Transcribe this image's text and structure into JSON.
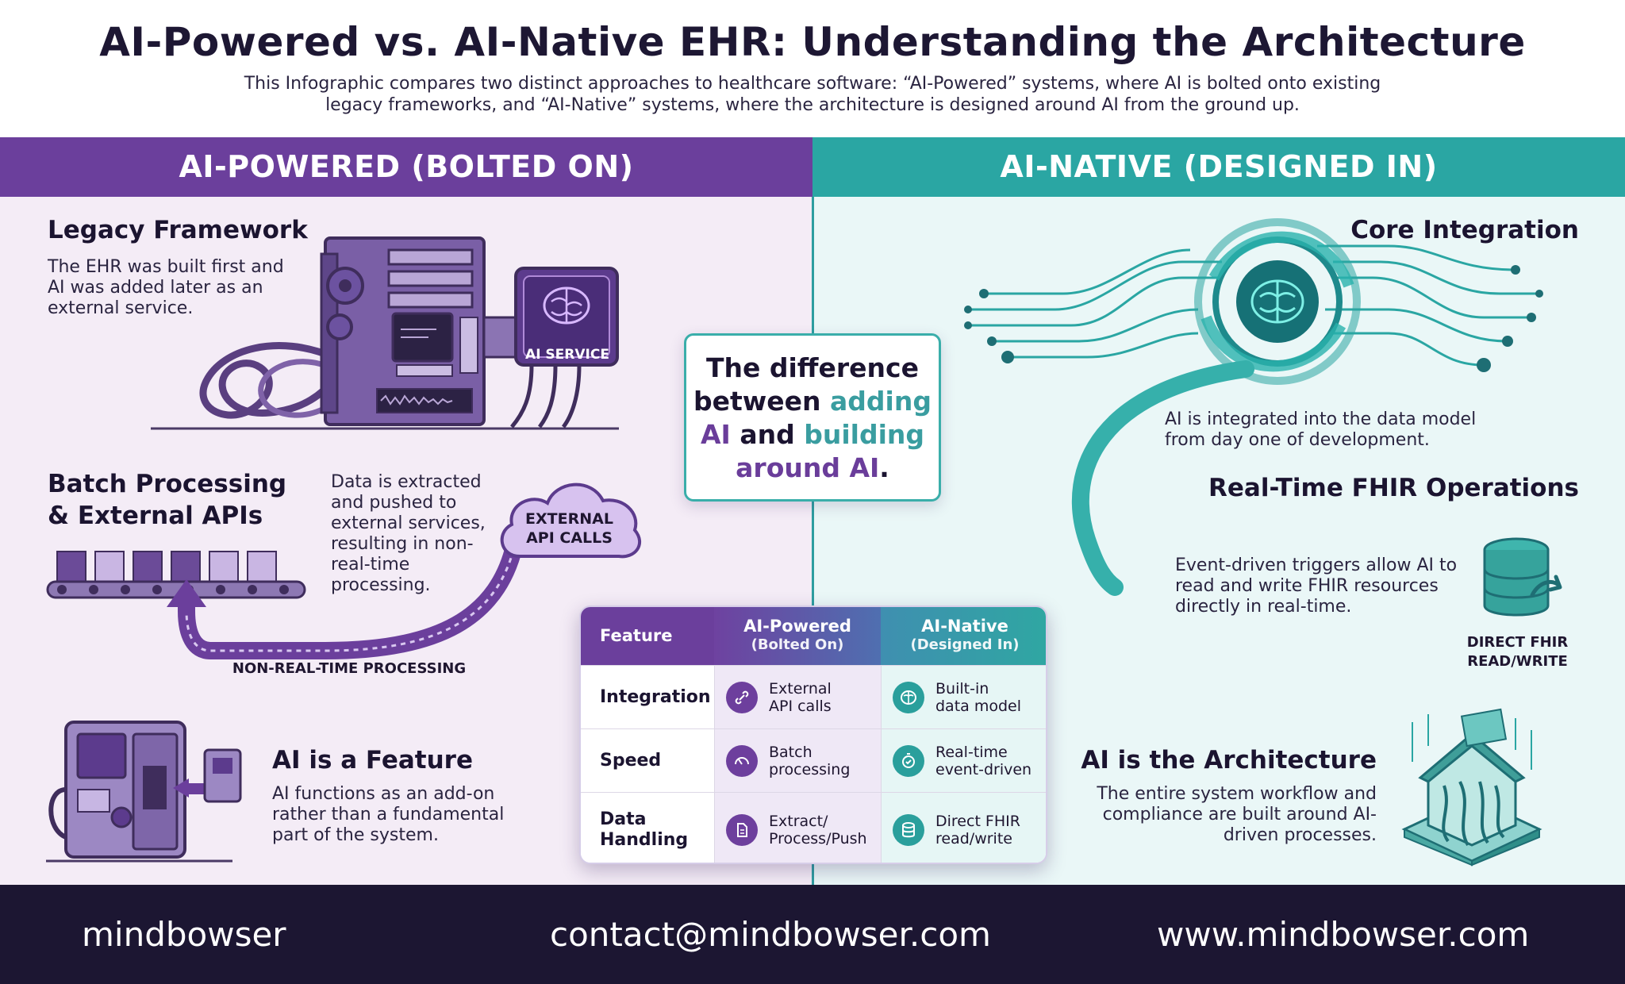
{
  "header": {
    "title": "AI-Powered vs. AI-Native EHR: Understanding the Architecture",
    "subtitle": "This Infographic compares two distinct approaches to healthcare software: “AI-Powered” systems, where AI is bolted onto existing legacy frameworks, and “AI-Native” systems, where the architecture is designed around AI from the ground up."
  },
  "left": {
    "header": "AI-POWERED (BOLTED ON)",
    "legacy": {
      "title": "Legacy Framework",
      "text": "The EHR was built first and AI was added later as an external service."
    },
    "ai_service_label": "AI SERVICE",
    "batch": {
      "title": "Batch Processing & External APIs",
      "text": "Data is extracted and pushed to external services, resulting in non-real-time processing."
    },
    "cloud_label": "EXTERNAL API CALLS",
    "arrow_label": "NON-REAL-TIME PROCESSING",
    "feature": {
      "title": "AI is a Feature",
      "text": "AI functions as an add-on rather than a fundamental part of the system."
    }
  },
  "right": {
    "header": "AI-NATIVE (DESIGNED IN)",
    "core": {
      "title": "Core Integration",
      "text": "AI is integrated into the data model from day one of development."
    },
    "fhir": {
      "title": "Real-Time FHIR Operations",
      "text": "Event-driven triggers allow AI to read and write FHIR resources directly in real-time."
    },
    "db_label": "DIRECT FHIR READ/WRITE",
    "arch": {
      "title": "AI is the Architecture",
      "text": "The entire system workflow and compliance are built around AI-driven processes."
    }
  },
  "center": {
    "line1": "The difference",
    "line2a": "between ",
    "line2b": "adding",
    "line3a": "AI",
    "line3b": " and ",
    "line3c": "building",
    "line4a": "around AI",
    "line4b": "."
  },
  "table": {
    "headers": {
      "feature": "Feature",
      "powered": "AI-Powered",
      "powered_sub": "(Bolted On)",
      "native": "AI-Native",
      "native_sub": "(Designed In)"
    },
    "rows": [
      {
        "feature": "Integration",
        "powered": "External\nAPI calls",
        "powered_icon": "link-icon",
        "native": "Built-in\ndata model",
        "native_icon": "brain-icon"
      },
      {
        "feature": "Speed",
        "powered": "Batch\nprocessing",
        "powered_icon": "gauge-icon",
        "native": "Real-time\nevent-driven",
        "native_icon": "timer-icon"
      },
      {
        "feature": "Data\nHandling",
        "powered": "Extract/\nProcess/Push",
        "powered_icon": "document-icon",
        "native": "Direct FHIR\nread/write",
        "native_icon": "database-icon"
      }
    ]
  },
  "footer": {
    "brand": "mindbowser",
    "email": "contact@mindbowser.com",
    "website": "www.mindbowser.com"
  },
  "colors": {
    "purple": "#6b3f9c",
    "teal": "#2aa6a3",
    "dark": "#1c1632"
  }
}
